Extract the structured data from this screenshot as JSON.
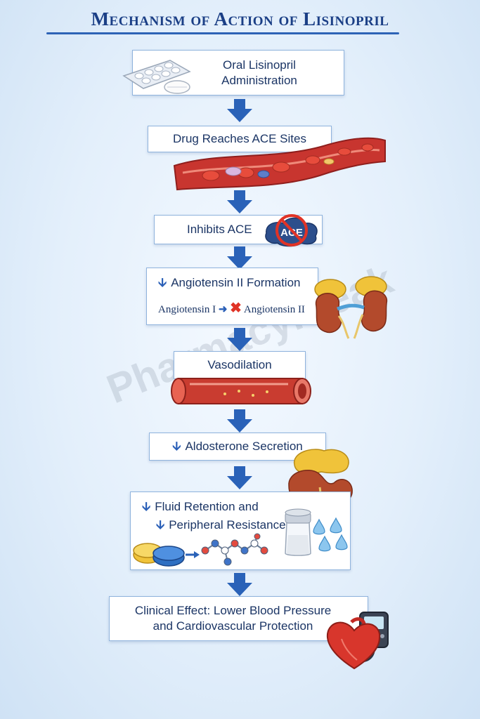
{
  "title": "Mechanism of Action of Lisinopril",
  "watermark": "PharmacyFreak",
  "steps": [
    {
      "line1": "Oral Lisinopril",
      "line2": "Administration"
    },
    {
      "line1": "Drug Reaches ACE Sites"
    },
    {
      "line1": "Inhibits ACE",
      "badge": "ACE"
    },
    {
      "line1": "Angiotensin II Formation",
      "sub_from": "Angiotensin I",
      "sub_to": "Angiotensin II"
    },
    {
      "line1": "Vasodilation"
    },
    {
      "line1": "Aldosterone Secretion"
    },
    {
      "line1": "Fluid Retention and",
      "line2": "Peripheral Resistance"
    },
    {
      "line1": "Clinical Effect: Lower Blood Pressure",
      "line2": "and Cardiovascular Protection"
    }
  ],
  "colors": {
    "accent": "#2d63b6",
    "title": "#1b3f86",
    "arrow": "#2a62b8",
    "box_border": "#8fb3dd"
  },
  "icons": [
    "pill-blister-icon",
    "blood-vessel-icon",
    "ace-inhibited-icon",
    "kidney-icon",
    "vessel-icon",
    "adrenal-kidney-icon",
    "pills-molecule-icon",
    "salt-shaker-icon",
    "water-drops-icon",
    "heart-monitor-icon"
  ]
}
